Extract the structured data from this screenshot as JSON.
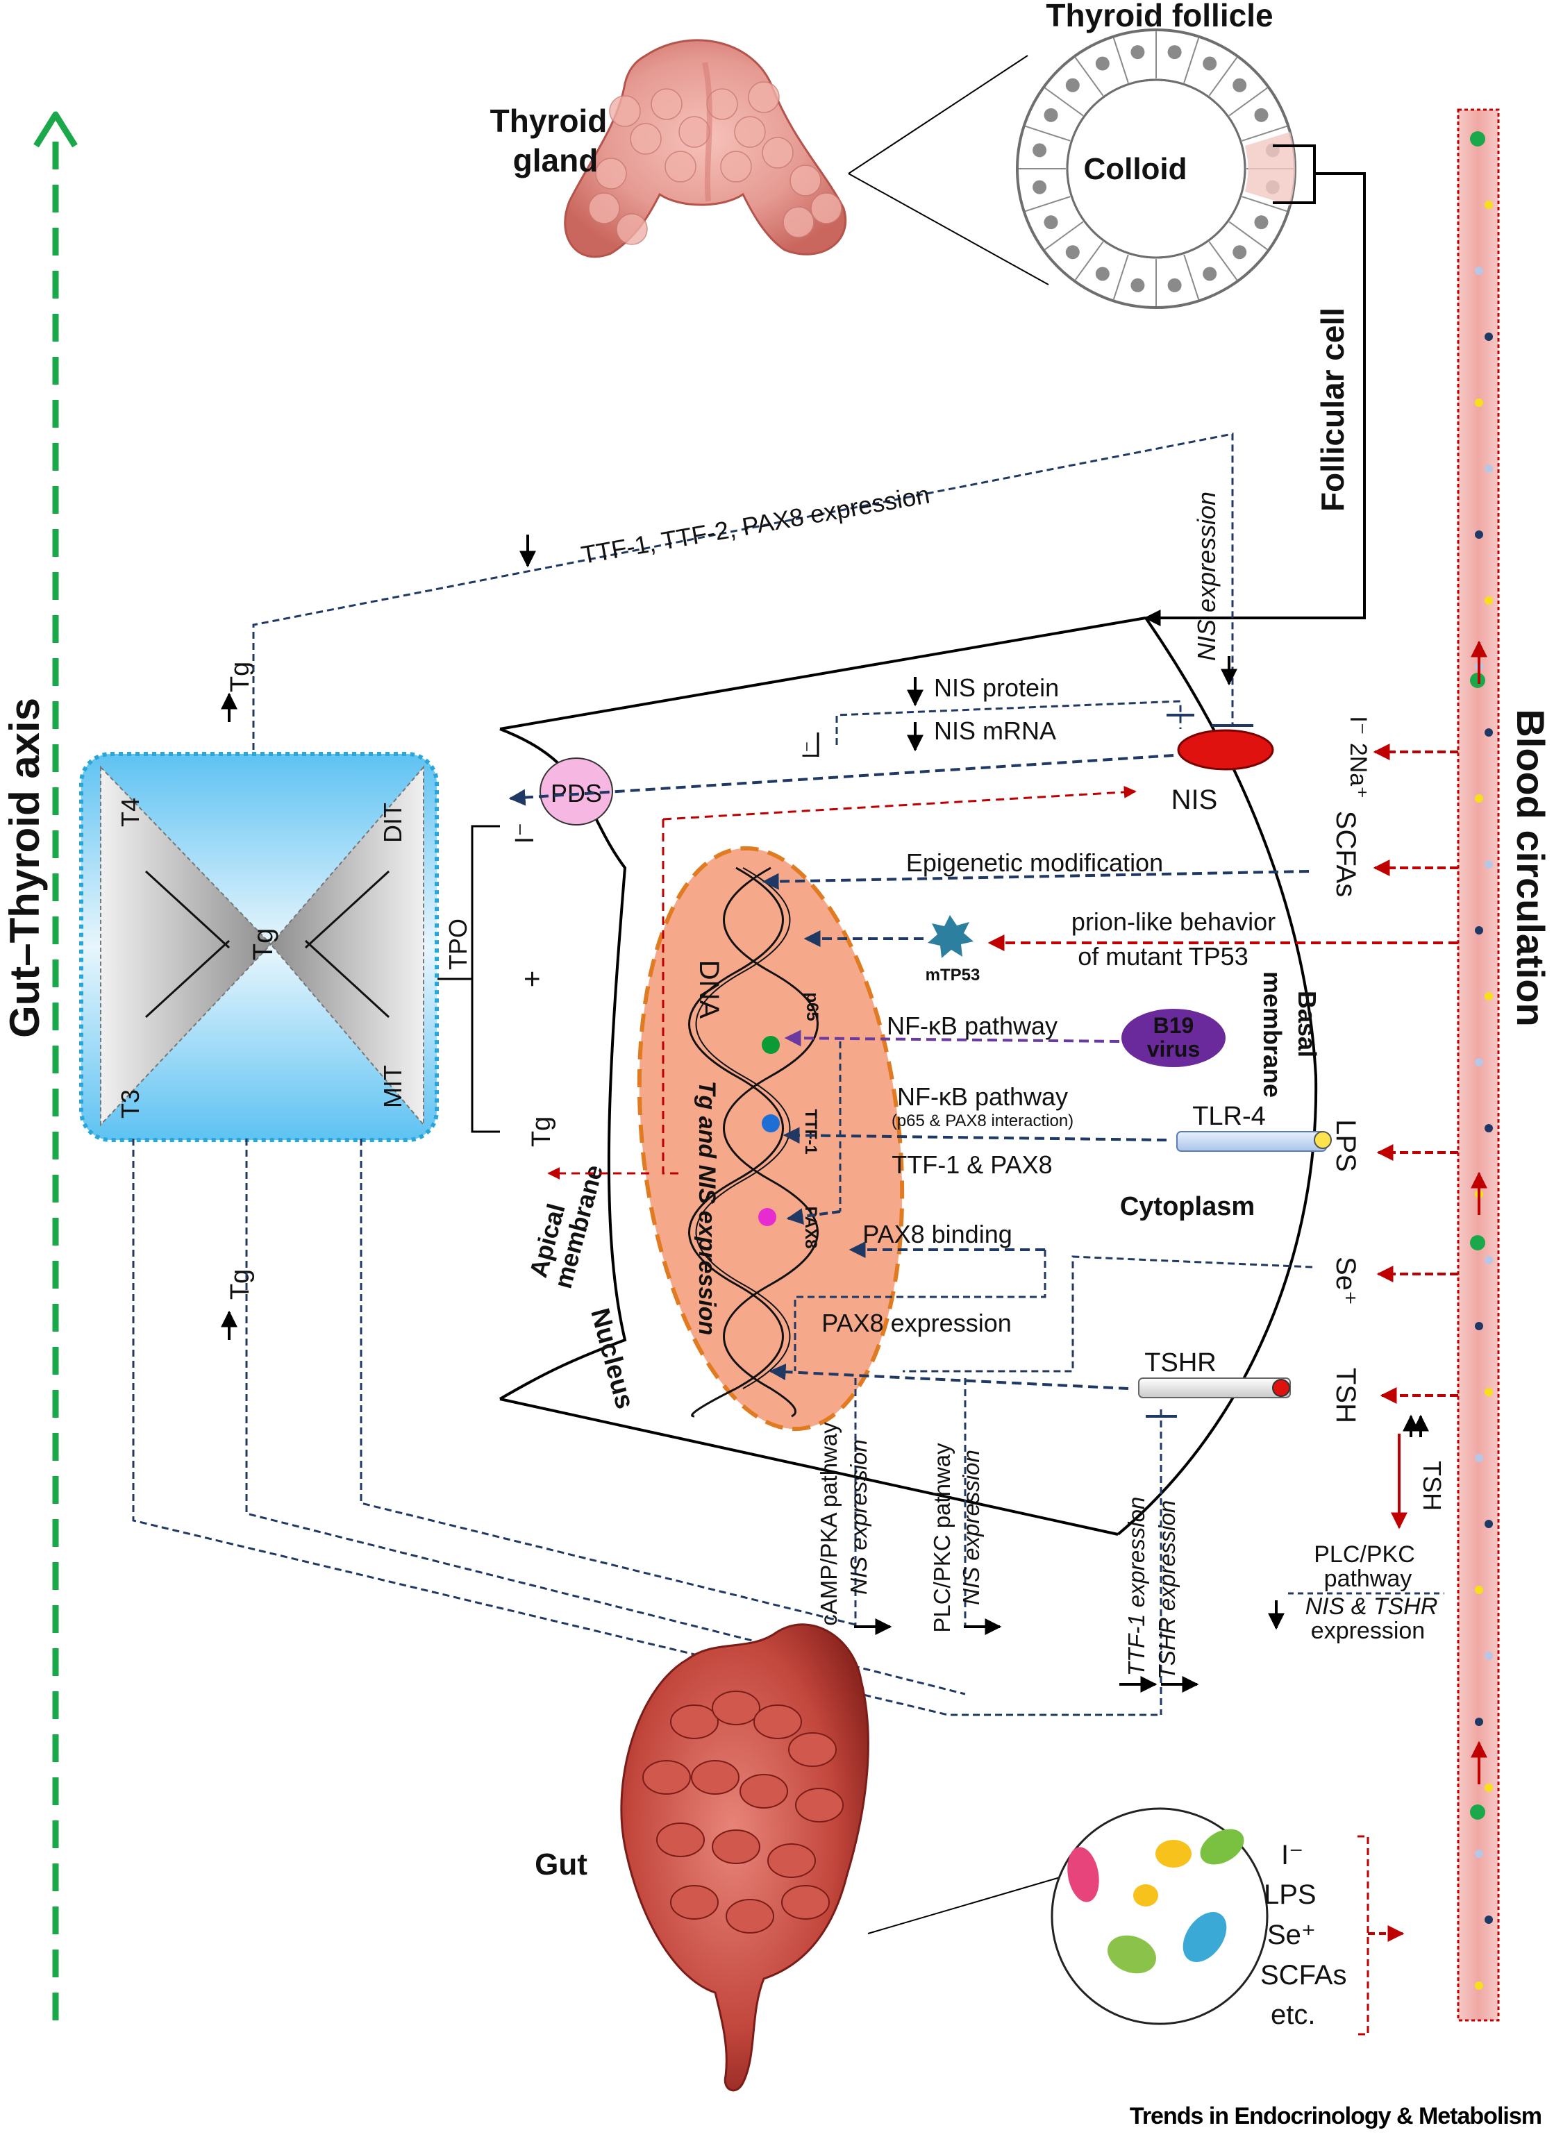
{
  "axis": {
    "title": "Gut–Thyroid axis",
    "color": "#1aa84a"
  },
  "blood": {
    "title": "Blood circulation",
    "color": "#d61f1f",
    "fill": "#f3b9b6"
  },
  "thyroid": {
    "gland_label_1": "Thyroid",
    "gland_label_2": "gland",
    "follicle_title": "Thyroid follicle",
    "colloid": "Colloid",
    "follicular_cell": "Follicular cell"
  },
  "cell": {
    "apical_membrane_1": "Apical",
    "apical_membrane_2": "membrane",
    "nucleus": "Nucleus",
    "basal_membrane_1": "Basal",
    "basal_membrane_2": "membrane",
    "cytoplasm": "Cytoplasm",
    "pds": "PDS",
    "nis": "NIS",
    "tpo": "TPO",
    "iodide": "I⁻",
    "plus": "+",
    "tg": "Tg",
    "tlr4": "TLR-4",
    "tshr": "TSHR",
    "mtp53": "mTP53",
    "b19_1": "B19",
    "b19_2": "virus"
  },
  "dna": {
    "dna": "DNA",
    "expr_1": "Tg and NIS expression",
    "p65": "p65",
    "ttf1": "TTF-1",
    "pax8": "PAX8"
  },
  "hormones": {
    "t4": "T4",
    "t3": "T3",
    "dit": "DIT",
    "mit": "MIT",
    "tg_center": "Tg",
    "tg_up_1": "Tg",
    "tg_up_2": "Tg"
  },
  "pathway_labels": {
    "ttf_expr": "TTF-1, TTF-2, PAX8 expression",
    "nis_expr_top": "NIS expression",
    "nis_protein": "NIS protein",
    "nis_mrna": "NIS mRNA",
    "i_minus_small": "I⁻",
    "epigenetic": "Epigenetic modification",
    "prion_1": "prion-like behavior",
    "prion_2": "of mutant TP53",
    "nfkb_1": "NF-κB pathway",
    "nfkb_2": "NF-κB pathway",
    "nfkb_2_sub": "(p65 & PAX8 interaction)",
    "ttf_pax8": "TTF-1 & PAX8",
    "pax8_binding": "PAX8 binding",
    "pax8_expression": "PAX8 expression",
    "camp": "cAMP/PKA pathway",
    "camp_nis": "NIS expression",
    "plc": "PLC/PKC pathway",
    "plc_nis": "NIS expression",
    "ttf1_expr": "TTF-1 expression",
    "tshr_expr": "TSHR expression",
    "plc_right_1": "PLC/PKC",
    "plc_right_2": "pathway",
    "plc_right_3": "NIS & TSHR",
    "plc_right_4": "expression",
    "tsh_up": "TSH"
  },
  "blood_inputs": {
    "i_2na": "I⁻",
    "na": "2Na⁺",
    "scfas": "SCFAs",
    "lps": "LPS",
    "se": "Se⁺",
    "tsh": "TSH"
  },
  "gut": {
    "label": "Gut",
    "list": [
      "I⁻",
      "LPS",
      "Se⁺",
      "SCFAs",
      "etc."
    ]
  },
  "footer": "Trends in Endocrinology & Metabolism",
  "colors": {
    "navy": "#1f3864",
    "red_dash": "#c00000",
    "purple": "#6a3aa0",
    "orange": "#e07b22",
    "nucleus_fill": "#f6a88a",
    "nis_red": "#e0120f",
    "pds_fill": "#f6b7e2",
    "b19_fill": "#6a2a9c",
    "box_border": "#27a6d8"
  }
}
